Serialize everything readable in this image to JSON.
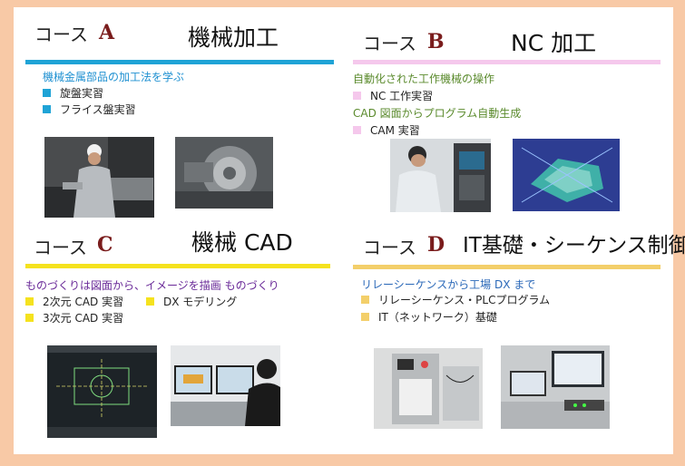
{
  "colors": {
    "background": "#f8c9a6",
    "course_a": "#1fa3d6",
    "course_b": "#f5c8ec",
    "course_c": "#f5e21e",
    "course_d": "#f3cf6a",
    "sub_a": "#1e90d1",
    "sub_b": "#5a8a2c",
    "sub_c": "#6a2a98",
    "sub_d": "#2a68b8",
    "letter": "#7a1c1c"
  },
  "course_a": {
    "label": "コース",
    "letter": "A",
    "title": "機械加工",
    "subtitle": "機械金属部品の加工法を学ぶ",
    "items": [
      "旋盤実習",
      "フライス盤実習"
    ]
  },
  "course_b": {
    "label": "コース",
    "letter": "B",
    "title": "NC 加工",
    "subtitle": "自動化された工作機械の操作",
    "items": [
      "NC 工作実習"
    ],
    "subtitle2": "CAD 図面からプログラム自動生成",
    "items2": [
      "CAM 実習"
    ]
  },
  "course_c": {
    "label": "コース",
    "letter": "C",
    "title": "機械 CAD",
    "subtitle": "ものづくりは図面から、イメージを描画 ものづくり",
    "items": [
      "2次元 CAD 実習",
      "DX モデリング",
      "3次元 CAD 実習"
    ]
  },
  "course_d": {
    "label": "コース",
    "letter": "D",
    "title": "IT基礎・シーケンス制御",
    "subtitle": "リレーシーケンスから工場 DX まで",
    "items": [
      "リレーシーケンス・PLCプログラム",
      "IT（ネットワーク）基礎"
    ]
  }
}
